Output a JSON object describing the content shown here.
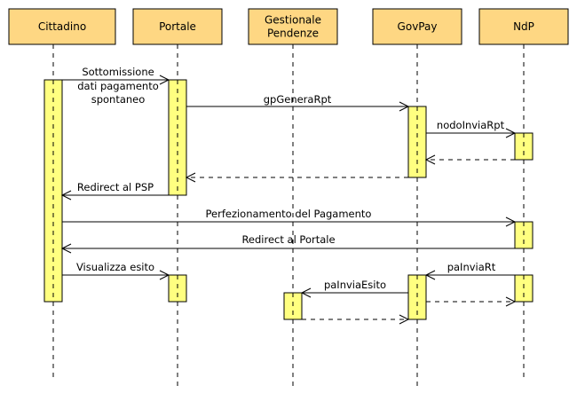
{
  "participants": [
    {
      "id": "cittadino",
      "lines": [
        "Cittadino"
      ]
    },
    {
      "id": "portale",
      "lines": [
        "Portale"
      ]
    },
    {
      "id": "gestionale",
      "lines": [
        "Gestionale",
        "Pendenze"
      ]
    },
    {
      "id": "govpay",
      "lines": [
        "GovPay"
      ]
    },
    {
      "id": "ndp",
      "lines": [
        "NdP"
      ]
    }
  ],
  "messages": [
    {
      "id": "sottomissione",
      "from": "cittadino",
      "to": "portale",
      "style": "solid",
      "label": [
        "Sottomissione",
        "dati pagamento",
        "spontaneo"
      ]
    },
    {
      "id": "gpgenerarpt",
      "from": "portale",
      "to": "govpay",
      "style": "solid",
      "label": [
        "gpGeneraRpt"
      ]
    },
    {
      "id": "nodoinviarpt",
      "from": "govpay",
      "to": "ndp",
      "style": "solid",
      "label": [
        "nodoInviaRpt"
      ]
    },
    {
      "id": "nodoinviarpt-return",
      "from": "ndp",
      "to": "govpay",
      "style": "dashed",
      "label": []
    },
    {
      "id": "gpgenerarpt-return",
      "from": "govpay",
      "to": "portale",
      "style": "dashed",
      "label": []
    },
    {
      "id": "redirect-psp",
      "from": "portale",
      "to": "cittadino",
      "style": "solid",
      "label": [
        "Redirect al PSP"
      ]
    },
    {
      "id": "perfezionamento",
      "from": "cittadino",
      "to": "ndp",
      "style": "solid",
      "label": [
        "Perfezionamento del Pagamento"
      ]
    },
    {
      "id": "redirect-portale",
      "from": "ndp",
      "to": "cittadino",
      "style": "solid",
      "label": [
        "Redirect al Portale"
      ]
    },
    {
      "id": "visualizza-esito",
      "from": "cittadino",
      "to": "portale",
      "style": "solid",
      "label": [
        "Visualizza esito"
      ]
    },
    {
      "id": "painviart",
      "from": "ndp",
      "to": "govpay",
      "style": "solid",
      "label": [
        "paInviaRt"
      ]
    },
    {
      "id": "painviaesito",
      "from": "govpay",
      "to": "gestionale",
      "style": "solid",
      "label": [
        "paInviaEsito"
      ]
    },
    {
      "id": "painviart-return",
      "from": "govpay",
      "to": "ndp",
      "style": "dashed",
      "label": []
    },
    {
      "id": "painviaesito-return",
      "from": "gestionale",
      "to": "govpay",
      "style": "dashed",
      "label": []
    }
  ],
  "colors": {
    "participant_fill": "#fed783",
    "activation_fill": "#ffff80",
    "line": "#000000"
  }
}
